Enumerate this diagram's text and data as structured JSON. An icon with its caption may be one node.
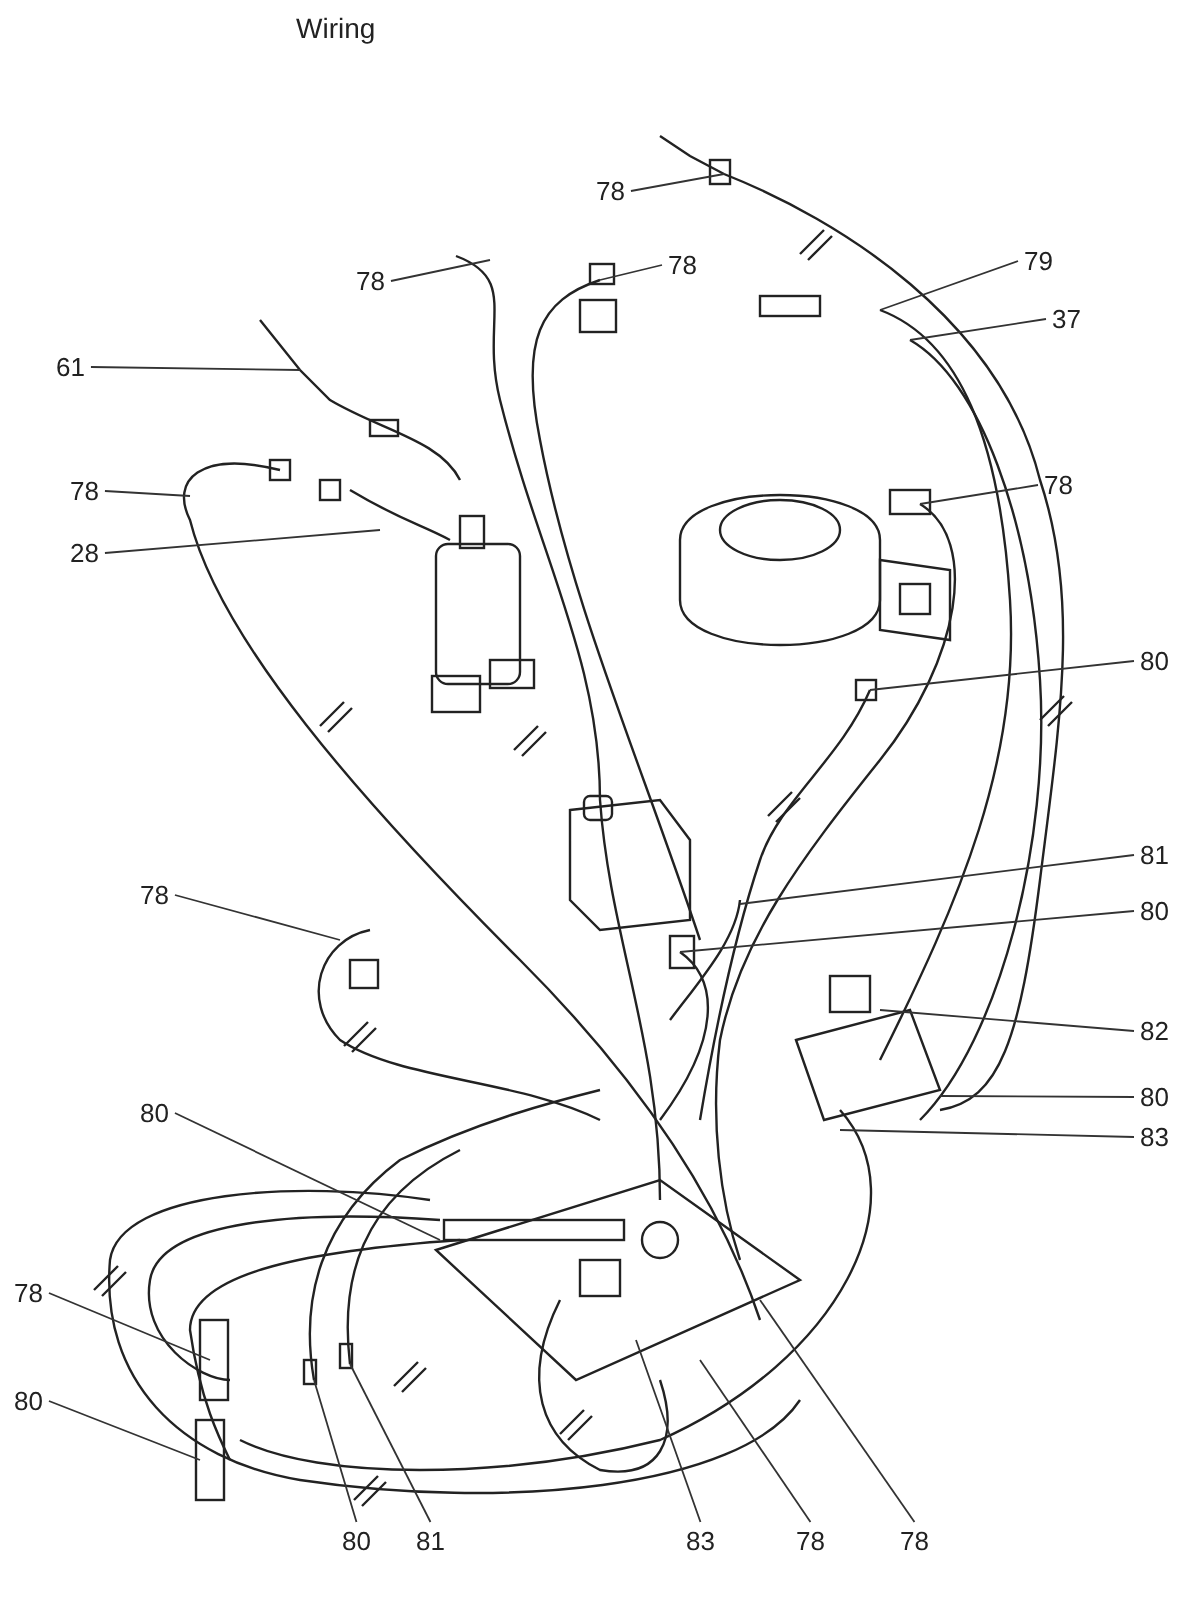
{
  "diagram": {
    "title": "Wiring",
    "nodes": [
      {
        "text": [
          "78"
        ]
      },
      {
        "text": [
          "78"
        ]
      },
      {
        "text": [
          "78"
        ]
      },
      {
        "text": [
          "79"
        ]
      },
      {
        "text": [
          "37"
        ]
      },
      {
        "text": [
          "61"
        ]
      },
      {
        "text": [
          "78"
        ]
      },
      {
        "text": [
          "28"
        ]
      },
      {
        "text": [
          "78"
        ]
      },
      {
        "text": [
          "80"
        ]
      },
      {
        "text": [
          "78"
        ]
      },
      {
        "text": [
          "81"
        ]
      },
      {
        "text": [
          "80"
        ]
      },
      {
        "text": [
          "82"
        ]
      },
      {
        "text": [
          "80"
        ]
      },
      {
        "text": [
          "83"
        ]
      },
      {
        "text": [
          "80"
        ]
      },
      {
        "text": [
          "78"
        ]
      },
      {
        "text": [
          "80"
        ]
      },
      {
        "text": [
          "80"
        ]
      },
      {
        "text": [
          "81"
        ]
      },
      {
        "text": [
          "83"
        ]
      },
      {
        "text": [
          "78"
        ]
      },
      {
        "text": [
          "78"
        ]
      }
    ],
    "edges": [
      {
        "from": 0,
        "to": null,
        "arrow": "none"
      },
      {
        "from": 1,
        "to": null,
        "arrow": "none"
      },
      {
        "from": 2,
        "to": null,
        "arrow": "none"
      },
      {
        "from": 3,
        "to": null,
        "arrow": "none"
      },
      {
        "from": 4,
        "to": null,
        "arrow": "none"
      },
      {
        "from": 5,
        "to": null,
        "arrow": "none"
      },
      {
        "from": 6,
        "to": null,
        "arrow": "none"
      },
      {
        "from": 7,
        "to": null,
        "arrow": "none"
      },
      {
        "from": 8,
        "to": null,
        "arrow": "none"
      },
      {
        "from": 9,
        "to": null,
        "arrow": "none"
      },
      {
        "from": 10,
        "to": null,
        "arrow": "none"
      },
      {
        "from": 11,
        "to": null,
        "arrow": "none"
      },
      {
        "from": 12,
        "to": null,
        "arrow": "none"
      },
      {
        "from": 13,
        "to": null,
        "arrow": "none"
      },
      {
        "from": 14,
        "to": null,
        "arrow": "none"
      },
      {
        "from": 15,
        "to": null,
        "arrow": "none"
      },
      {
        "from": 16,
        "to": null,
        "arrow": "none"
      },
      {
        "from": 17,
        "to": null,
        "arrow": "none"
      },
      {
        "from": 18,
        "to": null,
        "arrow": "none"
      },
      {
        "from": 19,
        "to": null,
        "arrow": "none"
      },
      {
        "from": 20,
        "to": null,
        "arrow": "none"
      },
      {
        "from": 21,
        "to": null,
        "arrow": "none"
      },
      {
        "from": 22,
        "to": null,
        "arrow": "none"
      },
      {
        "from": 23,
        "to": null,
        "arrow": "none"
      }
    ]
  }
}
